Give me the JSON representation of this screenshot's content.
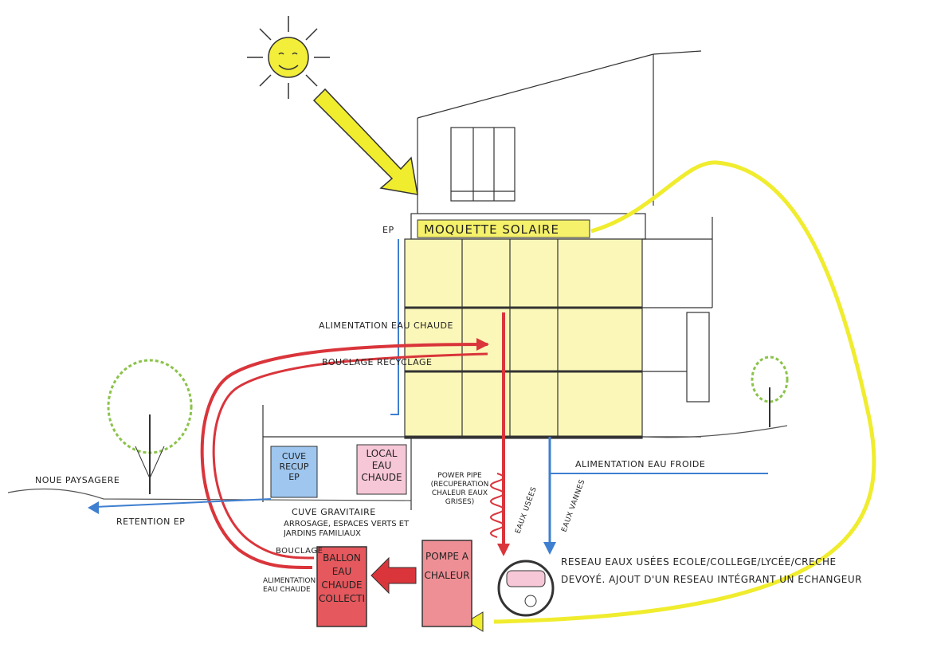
{
  "colors": {
    "sun": "#f2ee3a",
    "solar_arrow": "#f0ec2e",
    "hot_water": "#d9353b",
    "cold_water": "#3f7fd0",
    "building_fill": "#fbf7b8",
    "local_fill": "#f6c7d6",
    "tank_fill": "#9ec6ef",
    "boiler_fill": "#e5585d",
    "pump_fill": "#ee8f95",
    "vegetation": "#a9d468"
  },
  "labels": {
    "moquette_solaire": "MOQUETTE SOLAIRE",
    "ep_top": "EP",
    "alimentation_eau_chaude": "ALIMENTATION EAU CHAUDE",
    "bouclage_recyclage": "BOUCLAGE RECYCLAGE",
    "noue_paysagere": "NOUE PAYSAGERE",
    "retention_ep": "RETENTION EP",
    "cuve_recup_ep": "CUVE RECUP EP",
    "local_eau_chaude": "LOCAL EAU CHAUDE",
    "cuve_gravitaire": "CUVE GRAVITAIRE",
    "arrosage": "ARROSAGE, ESPACES VERTS ET JARDINS FAMILIAUX",
    "bouclage": "BOUCLAGE",
    "alimentation_eau_chaude_small": "ALIMENTATION EAU CHAUDE",
    "ballon": "BALLON EAU CHAUDE COLLECTIVE",
    "pompe": "POMPE A CHALEUR",
    "power_pipe": "POWER PIPE (RECUPERATION CHALEUR EAUX GRISES)",
    "eaux_usees": "EAUX USÉES",
    "eaux_vannes": "EAUX VANNES",
    "alimentation_eau_froide": "ALIMENTATION EAU FROIDE",
    "reseau": "RESEAU EAUX USÉES ECOLE/COLLEGE/LYCÉE/CRECHE DEVOYÉ. AJOUT D'UN RESEAU INTÉGRANT UN ECHANGEUR"
  }
}
